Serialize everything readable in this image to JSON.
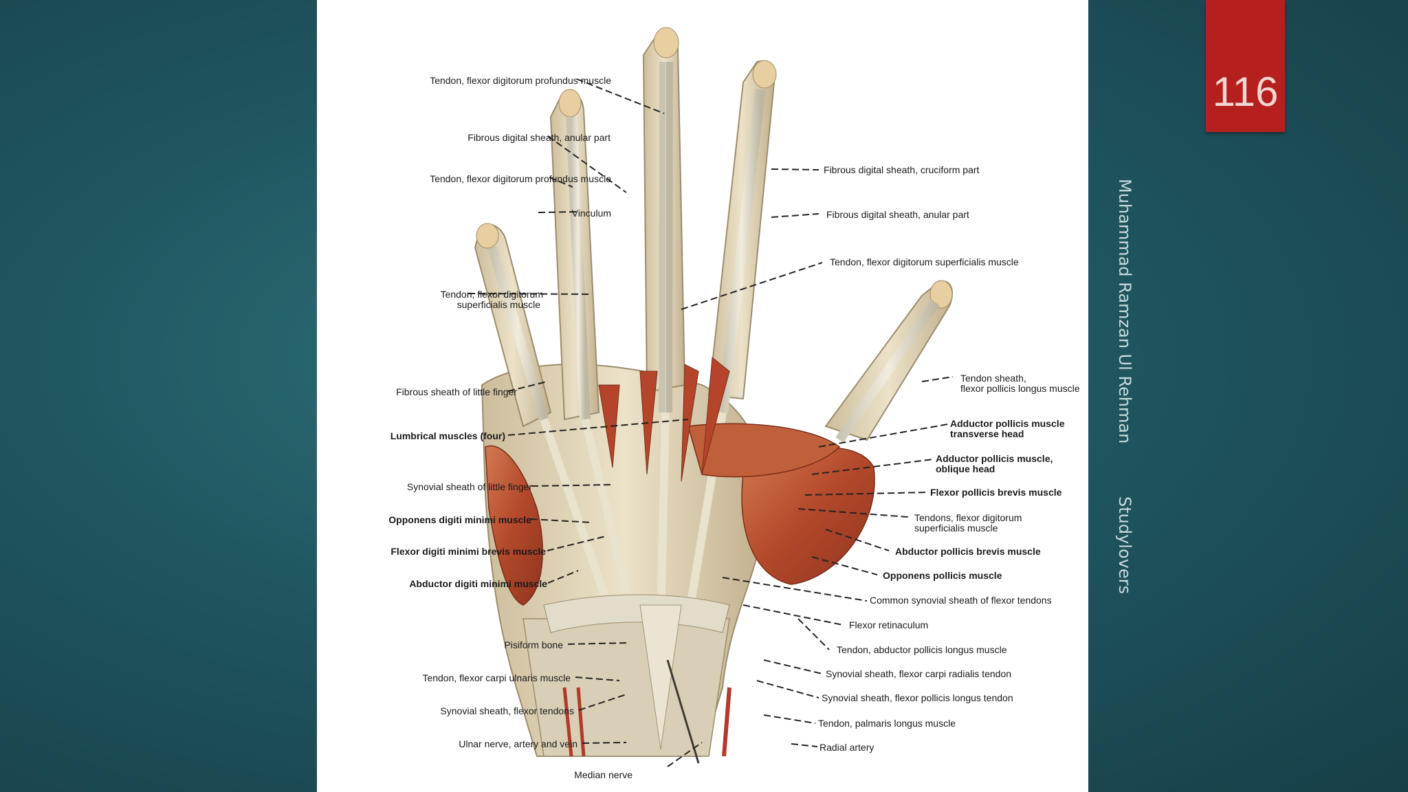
{
  "slide": {
    "page_number": "116",
    "author": "Muhammad Ramzan Ul Rehman",
    "site": "Studylovers"
  },
  "figure": {
    "left_labels": [
      {
        "text": "Tendon, flexor digitorum profundus muscle"
      },
      {
        "text": "Fibrous digital sheath, anular part"
      },
      {
        "text": "Tendon, flexor digitorum profundus muscle"
      },
      {
        "text": "Vinculum"
      },
      {
        "text": "Tendon, flexor digitorum",
        "text2": "superficialis muscle"
      },
      {
        "text": "Fibrous sheath of little finger"
      },
      {
        "text": "Lumbrical muscles (four)"
      },
      {
        "text": "Synovial sheath of little finger"
      },
      {
        "text": "Opponens digiti minimi muscle"
      },
      {
        "text": "Flexor digiti minimi brevis muscle"
      },
      {
        "text": "Abductor digiti minimi muscle"
      },
      {
        "text": "Pisiform bone"
      },
      {
        "text": "Tendon, flexor carpi ulnaris muscle"
      },
      {
        "text": "Synovial sheath, flexor tendons"
      },
      {
        "text": "Ulnar nerve, artery and vein"
      },
      {
        "text": "Median nerve"
      }
    ],
    "right_labels": [
      {
        "text": "Fibrous digital sheath, cruciform part"
      },
      {
        "text": "Fibrous digital sheath, anular part"
      },
      {
        "text": "Tendon, flexor digitorum superficialis muscle"
      },
      {
        "text": "Tendon sheath,",
        "text2": "flexor pollicis longus muscle"
      },
      {
        "text": "Adductor pollicis muscle",
        "text2": "transverse head"
      },
      {
        "text": "Adductor pollicis muscle,",
        "text2": "oblique head"
      },
      {
        "text": "Flexor pollicis brevis muscle"
      },
      {
        "text": "Tendons, flexor digitorum",
        "text2": "superficialis muscle"
      },
      {
        "text": "Abductor pollicis brevis muscle"
      },
      {
        "text": "Opponens pollicis muscle"
      },
      {
        "text": "Common synovial sheath of flexor tendons"
      },
      {
        "text": "Flexor retinaculum"
      },
      {
        "text": "Tendon, abductor pollicis longus muscle"
      },
      {
        "text": "Synovial sheath, flexor carpi radialis tendon"
      },
      {
        "text": "Synovial sheath, flexor pollicis longus tendon"
      },
      {
        "text": "Tendon, palmaris longus muscle"
      },
      {
        "text": "Radial artery"
      }
    ]
  },
  "colors": {
    "badge": "#b5201f",
    "muscle": "#b8502e",
    "tendon": "#e6dcc4",
    "background": "#1f5660"
  }
}
